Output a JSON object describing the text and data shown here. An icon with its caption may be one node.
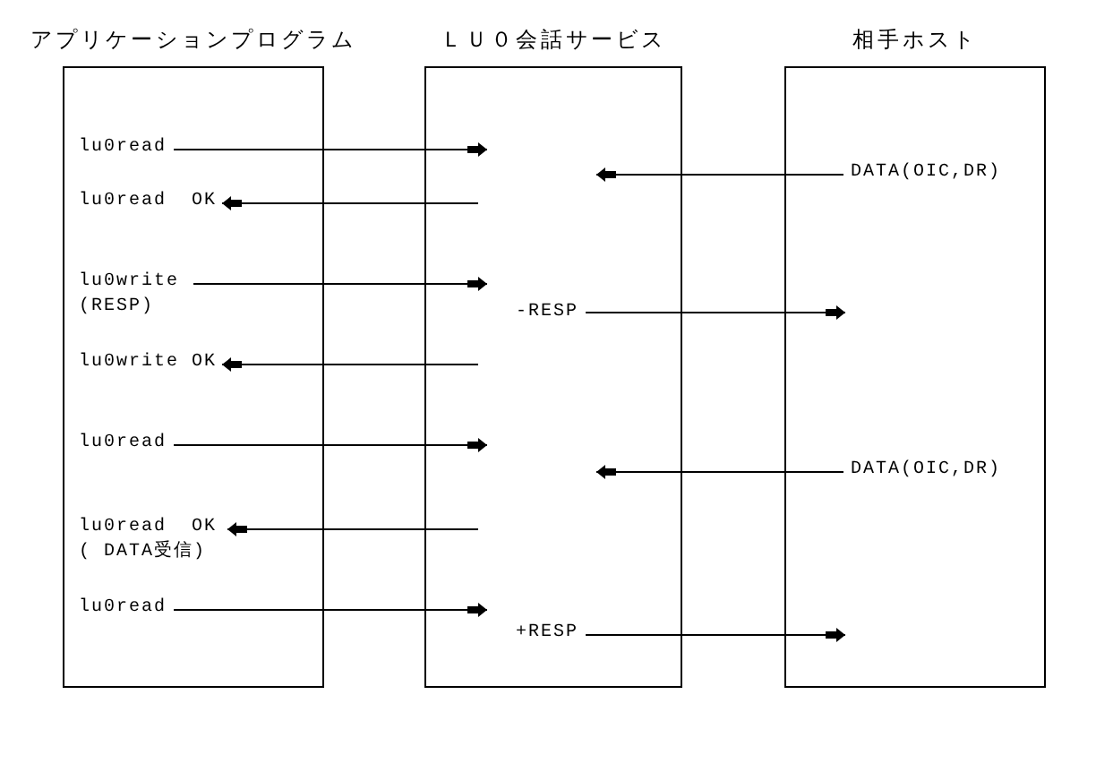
{
  "diagram": {
    "nodes": [
      {
        "text": [
          "アプリケーションプログラム"
        ]
      },
      {
        "text": [
          "ＬＵ０会話サービス"
        ]
      },
      {
        "text": [
          "相手ホスト"
        ]
      },
      {
        "text": [
          "lu0read"
        ],
        "in": 0
      },
      {
        "text": [
          "DATA(OIC,DR)"
        ],
        "in": 2
      },
      {
        "text": [
          "lu0read  OK"
        ],
        "in": 0
      },
      {
        "text": [
          "lu0write (RESP)"
        ],
        "in": 0
      },
      {
        "text": [
          "-RESP"
        ],
        "in": 1
      },
      {
        "text": [
          "lu0write OK"
        ],
        "in": 0
      },
      {
        "text": [
          "lu0read"
        ],
        "in": 0
      },
      {
        "text": [
          "DATA(OIC,DR)"
        ],
        "in": 2
      },
      {
        "text": [
          "lu0read  OK ( DATA受信)"
        ],
        "in": 0
      },
      {
        "text": [
          "lu0read"
        ],
        "in": 0
      },
      {
        "text": [
          "+RESP"
        ],
        "in": 1
      }
    ],
    "edges": [
      {
        "from": 3,
        "to": null,
        "arrow": "to"
      },
      {
        "from": 4,
        "to": null,
        "arrow": "to"
      },
      {
        "from": null,
        "to": 5,
        "arrow": "to"
      },
      {
        "from": 6,
        "to": 7,
        "arrow": "to"
      },
      {
        "from": 7,
        "to": null,
        "arrow": "to"
      },
      {
        "from": null,
        "to": 8,
        "arrow": "to"
      },
      {
        "from": 9,
        "to": null,
        "arrow": "to"
      },
      {
        "from": 10,
        "to": null,
        "arrow": "to"
      },
      {
        "from": null,
        "to": 11,
        "arrow": "to"
      },
      {
        "from": 12,
        "to": 13,
        "arrow": "to"
      },
      {
        "from": 13,
        "to": null,
        "arrow": "to"
      }
    ]
  }
}
